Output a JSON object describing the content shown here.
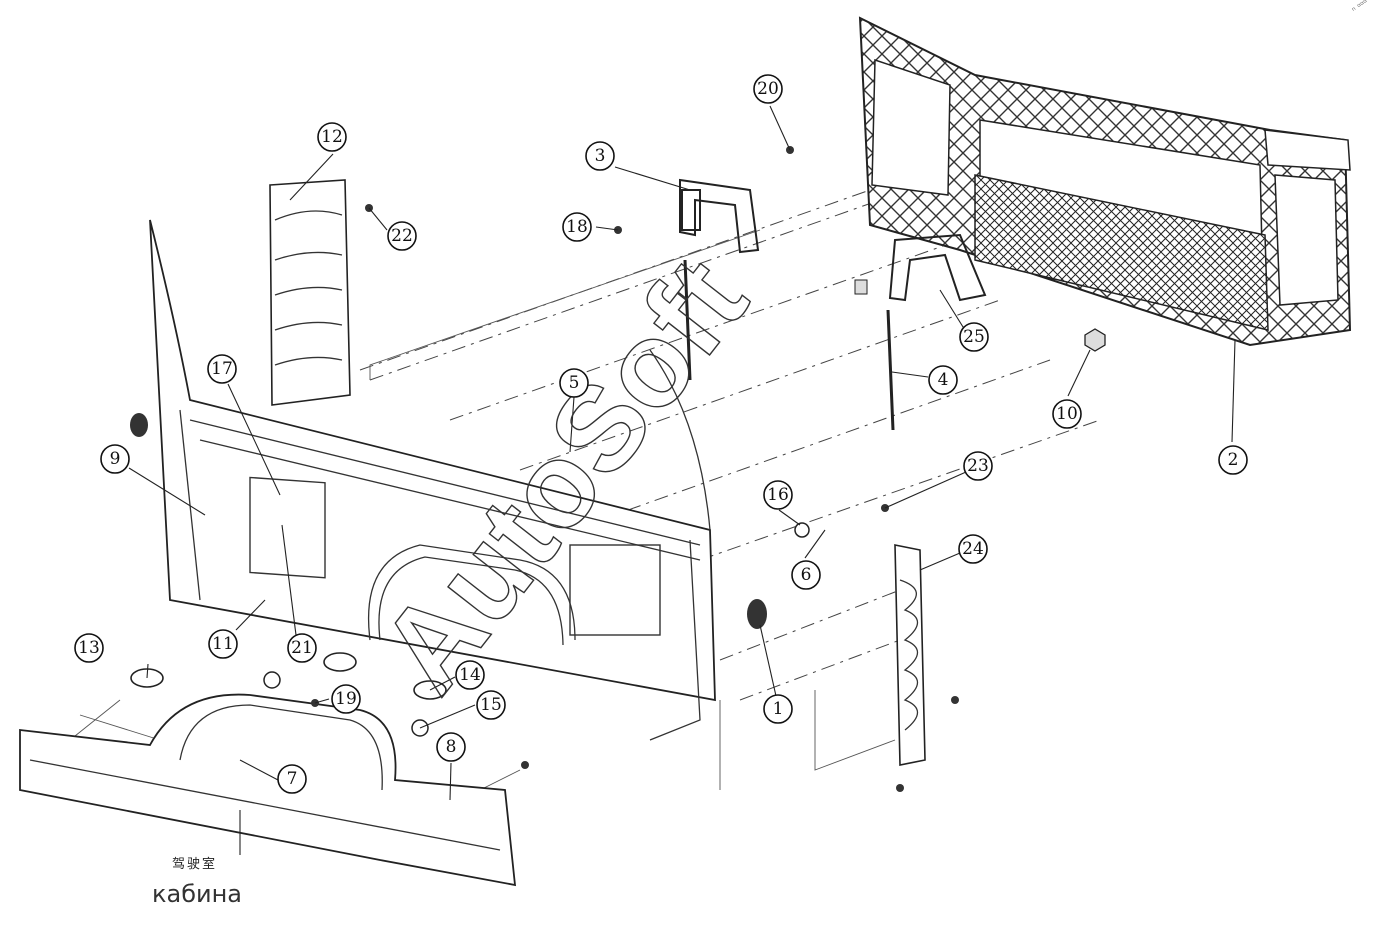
{
  "diagram": {
    "callouts": [
      "1",
      "2",
      "3",
      "4",
      "5",
      "6",
      "7",
      "8",
      "9",
      "10",
      "11",
      "12",
      "13",
      "14",
      "15",
      "16",
      "17",
      "18",
      "19",
      "20",
      "21",
      "22",
      "23",
      "24",
      "25"
    ],
    "caption_cn": "驾驶室",
    "caption_ru": "кабина",
    "watermark": "AutoSoft",
    "corner_mark": "ⁿ ᵅᵅᵅ"
  }
}
